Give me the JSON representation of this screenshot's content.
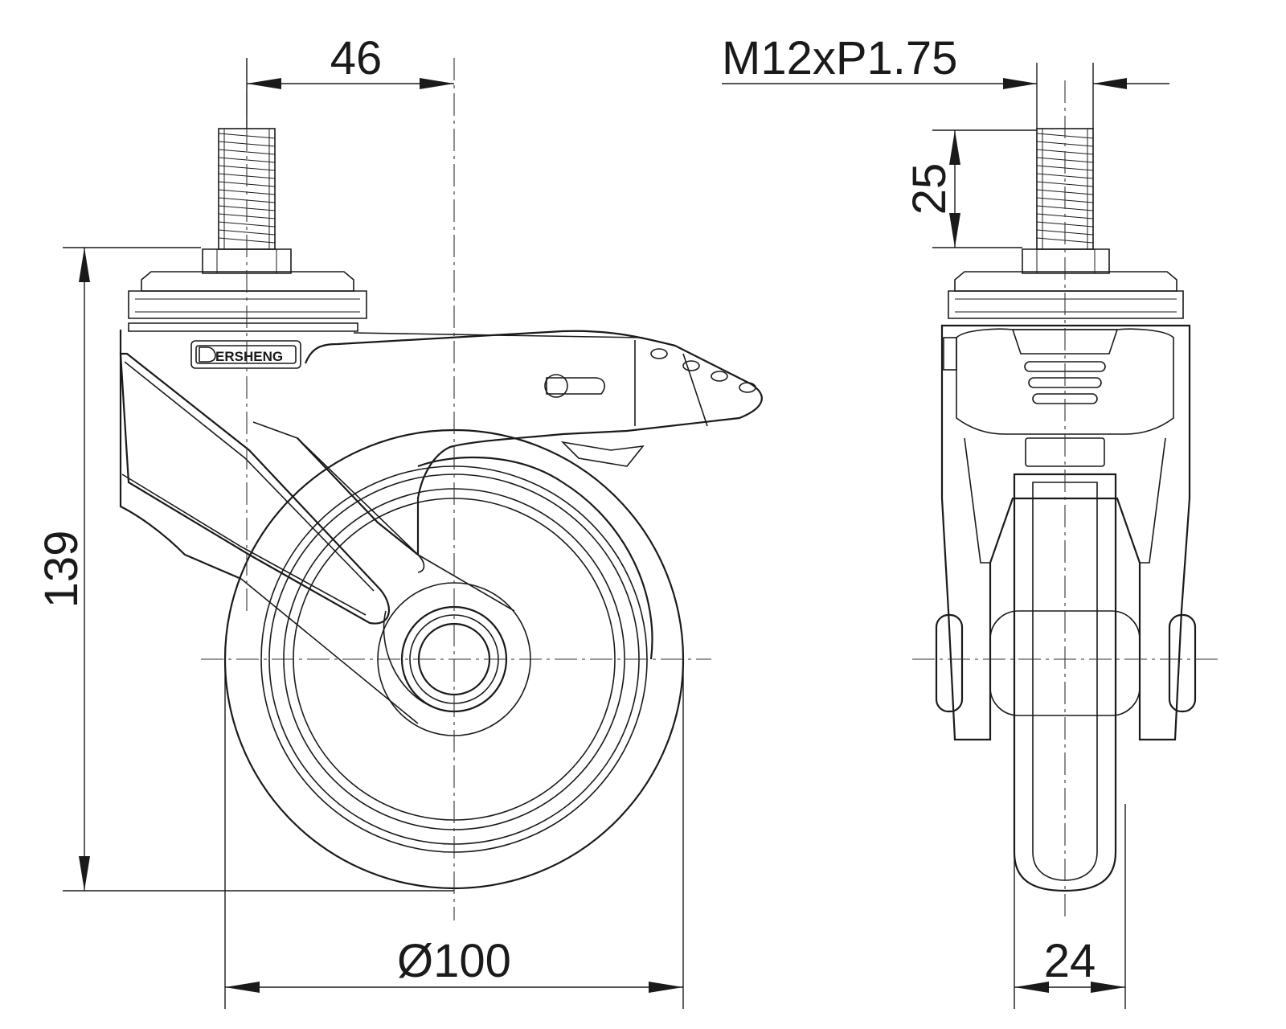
{
  "drawing": {
    "brand": "ERSHENG",
    "dimensions": {
      "offset": "46",
      "thread": "M12xP1.75",
      "stem_length": "25",
      "height": "139",
      "wheel_diameter": "Ø100",
      "wheel_width": "24"
    }
  }
}
